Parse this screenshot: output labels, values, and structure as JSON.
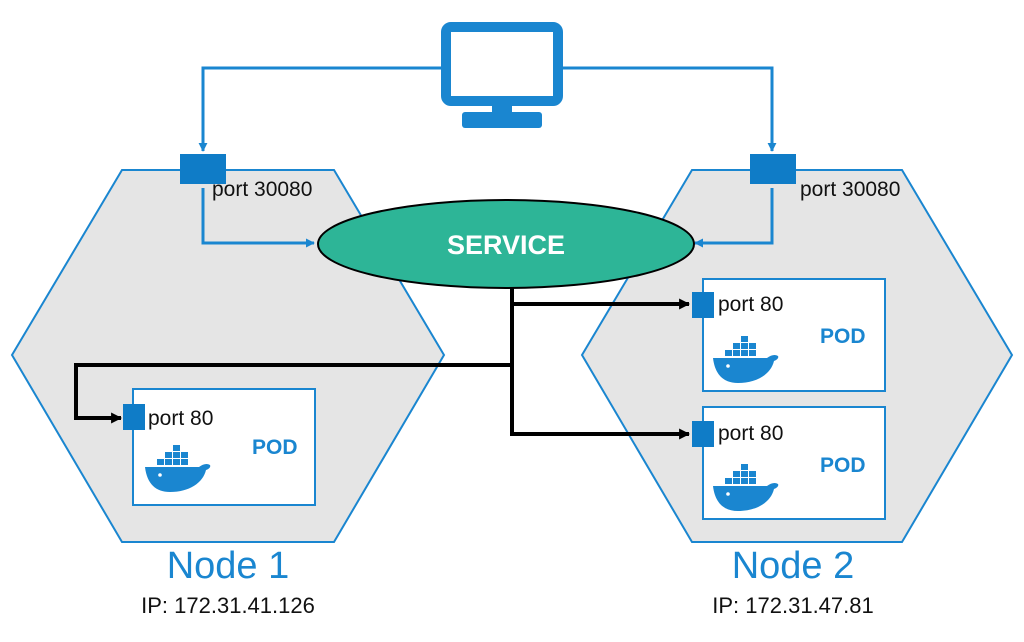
{
  "colors": {
    "accent": "#1a86d0",
    "node_fill": "#e5e5e5",
    "port_block": "#0f7cc7",
    "service_fill": "#2db597",
    "arrow_black": "#000000"
  },
  "client": {
    "icon": "monitor-icon"
  },
  "service": {
    "label": "SERVICE"
  },
  "nodes": [
    {
      "name": "Node 1",
      "ip": "IP: 172.31.41.126",
      "node_port": "port 30080",
      "pods": [
        {
          "label": "POD",
          "port": "port 80",
          "icon": "docker-whale-icon"
        }
      ]
    },
    {
      "name": "Node 2",
      "ip": "IP: 172.31.47.81",
      "node_port": "port 30080",
      "pods": [
        {
          "label": "POD",
          "port": "port 80",
          "icon": "docker-whale-icon"
        },
        {
          "label": "POD",
          "port": "port 80",
          "icon": "docker-whale-icon"
        }
      ]
    }
  ]
}
